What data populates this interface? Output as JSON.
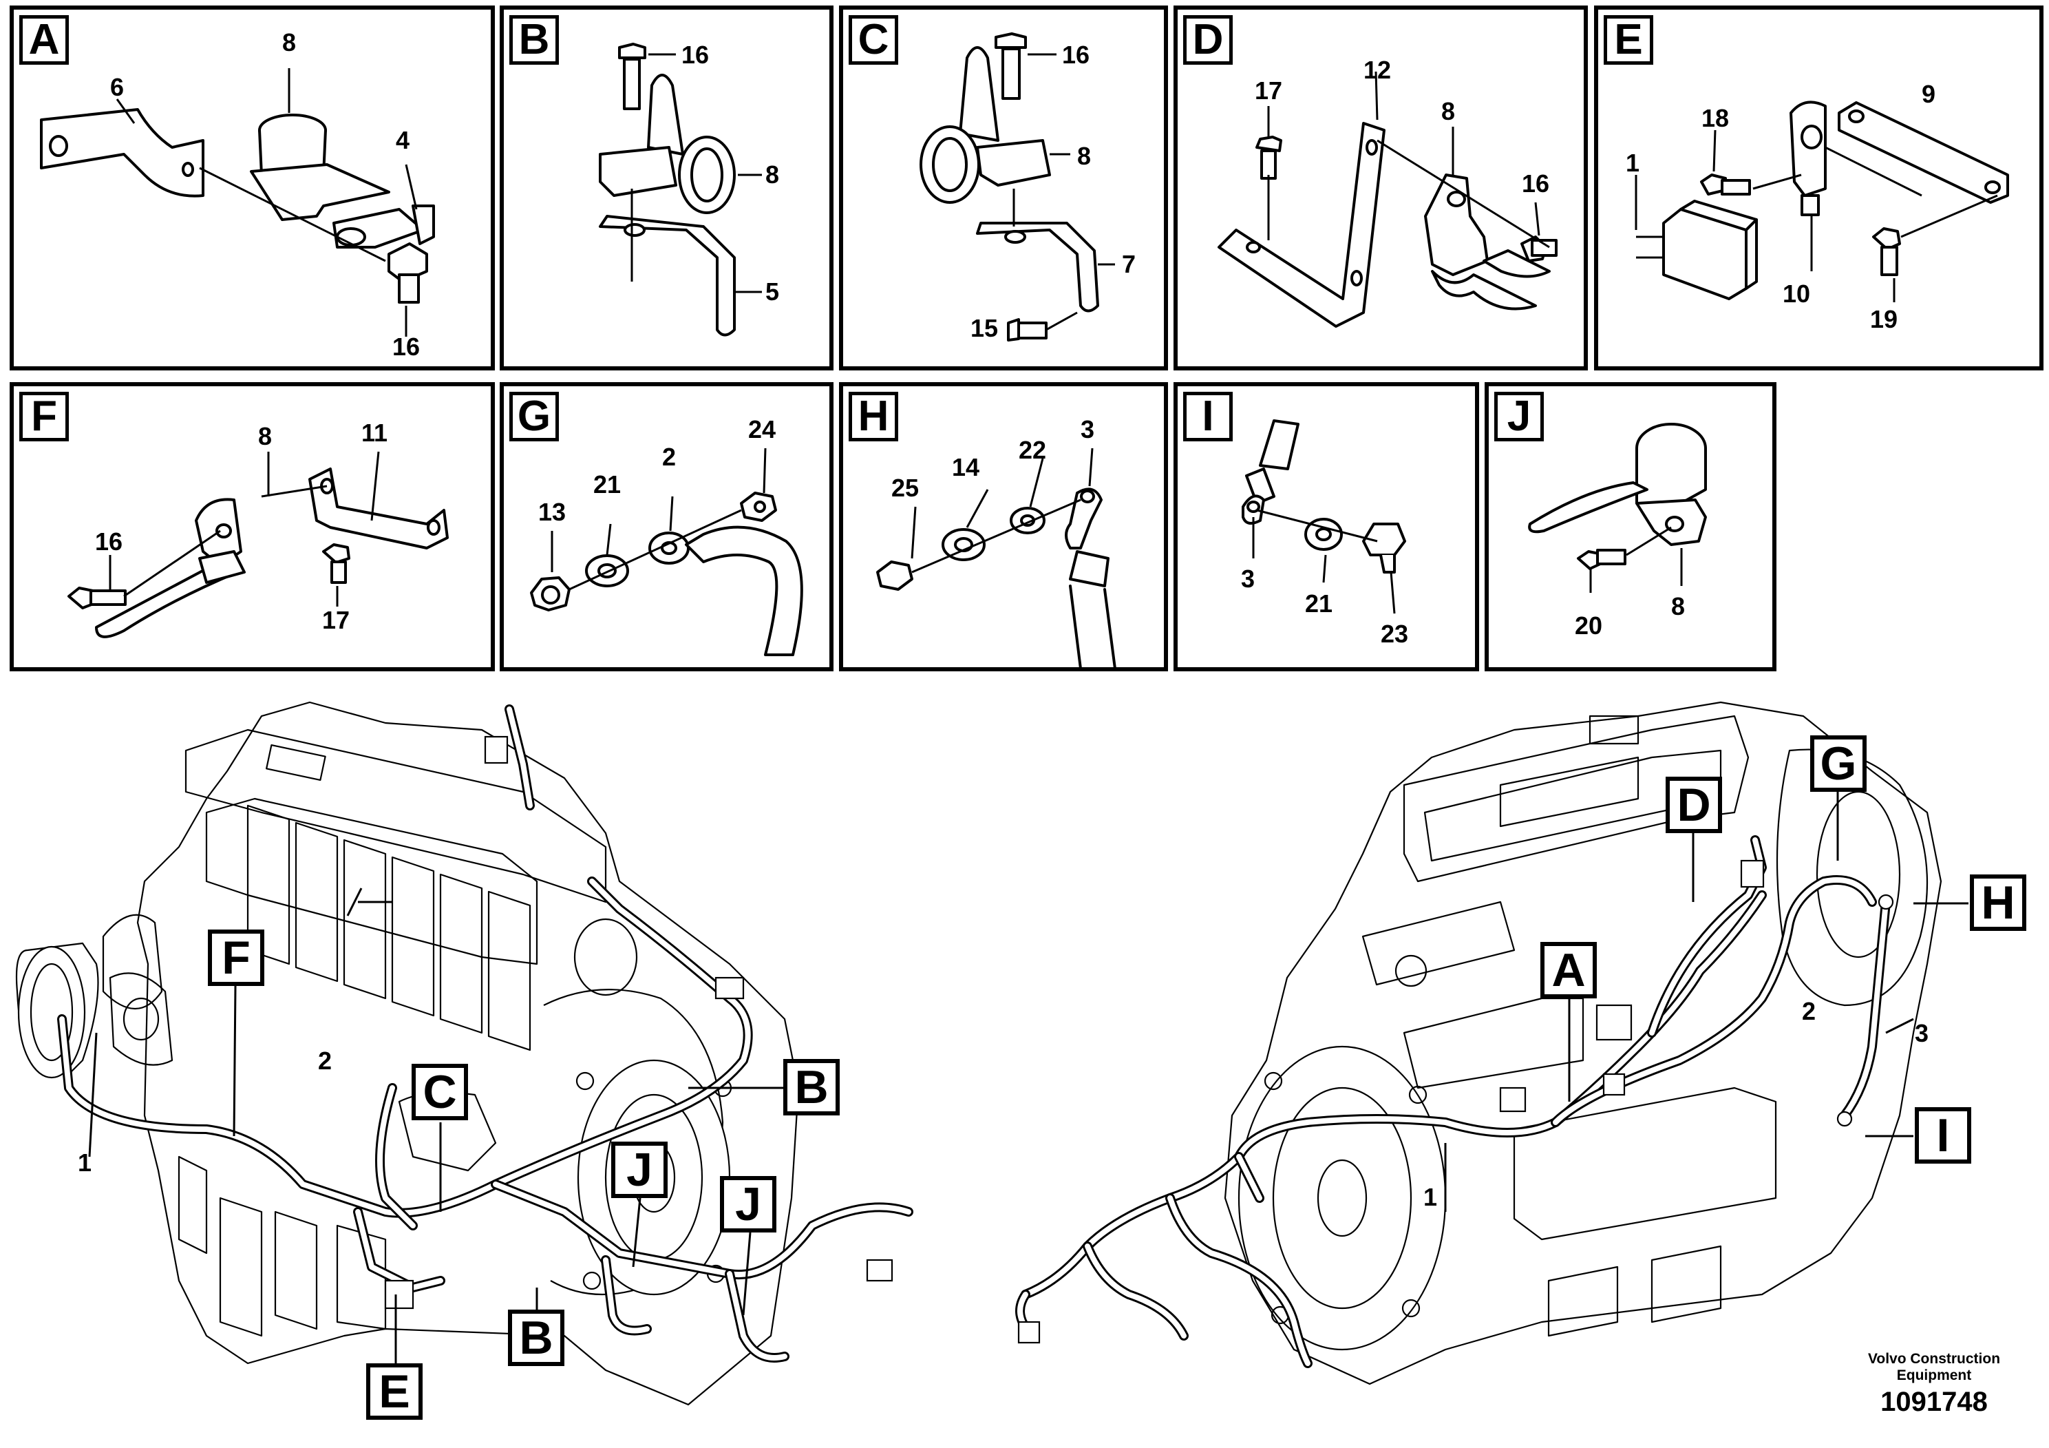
{
  "panels": [
    {
      "letter": "A",
      "callouts": [
        "8",
        "6",
        "4",
        "16"
      ]
    },
    {
      "letter": "B",
      "callouts": [
        "16",
        "8",
        "5"
      ]
    },
    {
      "letter": "C",
      "callouts": [
        "16",
        "8",
        "7",
        "15"
      ]
    },
    {
      "letter": "D",
      "callouts": [
        "17",
        "12",
        "8",
        "16"
      ]
    },
    {
      "letter": "E",
      "callouts": [
        "18",
        "9",
        "1",
        "10",
        "19"
      ]
    },
    {
      "letter": "F",
      "callouts": [
        "8",
        "11",
        "16",
        "17"
      ]
    },
    {
      "letter": "G",
      "callouts": [
        "24",
        "21",
        "2",
        "13"
      ]
    },
    {
      "letter": "H",
      "callouts": [
        "3",
        "22",
        "14",
        "25"
      ]
    },
    {
      "letter": "I",
      "callouts": [
        "3",
        "21",
        "23"
      ]
    },
    {
      "letter": "J",
      "callouts": [
        "20",
        "8"
      ]
    }
  ],
  "overview": {
    "left_tags": [
      "F",
      "C",
      "B",
      "J",
      "J",
      "E",
      "B"
    ],
    "left_labels": [
      "2",
      "1"
    ],
    "right_tags": [
      "G",
      "D",
      "H",
      "A",
      "I"
    ],
    "right_labels": [
      "2",
      "3",
      "1"
    ]
  },
  "footer": {
    "company_line1": "Volvo Construction",
    "company_line2": "Equipment",
    "drawing_id": "1091748"
  }
}
